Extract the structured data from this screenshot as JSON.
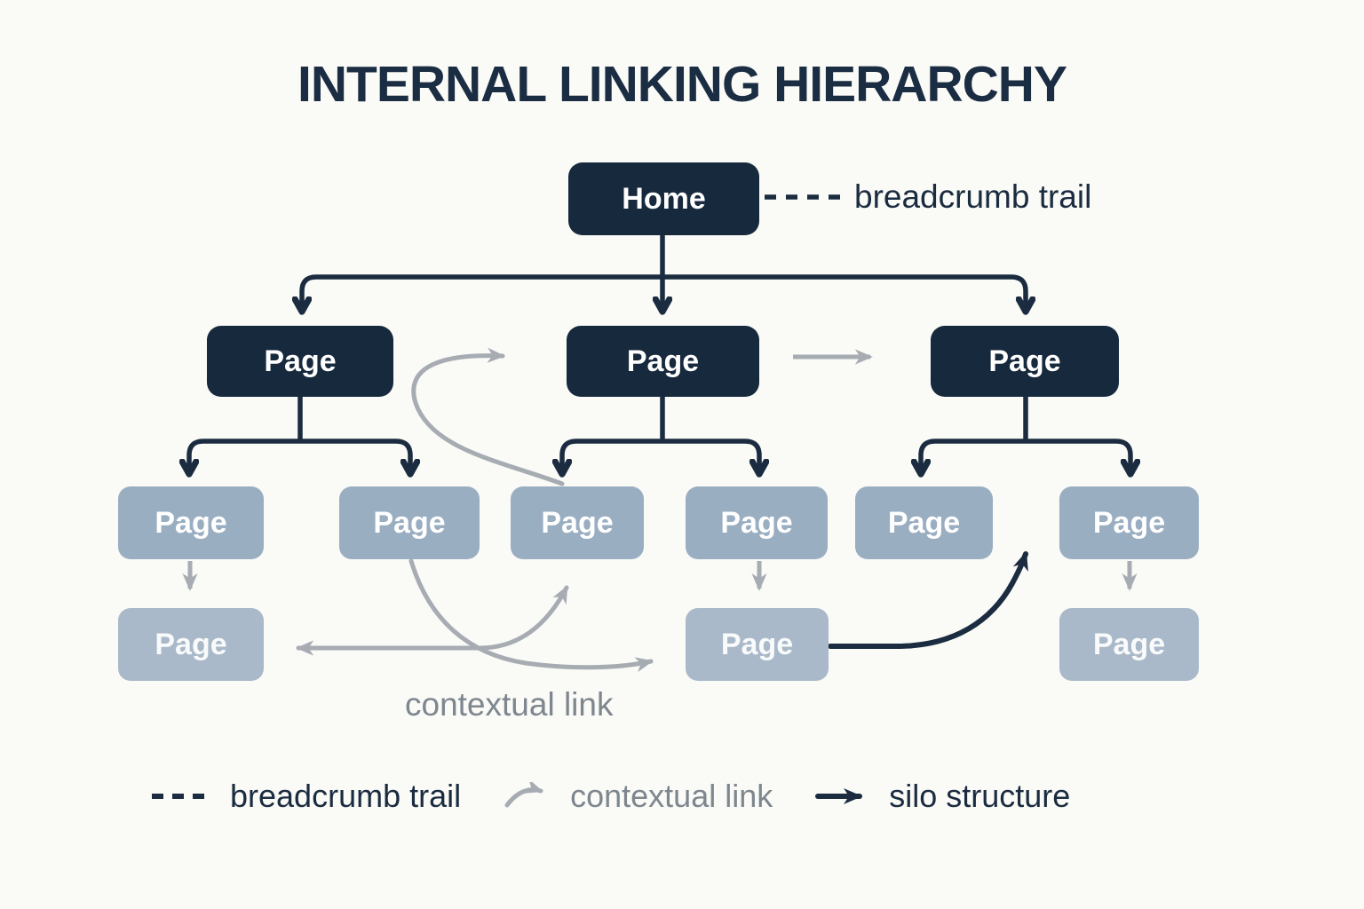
{
  "title": "INTERNAL LINKING HIERARCHY",
  "nodes": {
    "home": {
      "label": "Home"
    },
    "row2": [
      {
        "label": "Page"
      },
      {
        "label": "Page"
      },
      {
        "label": "Page"
      }
    ],
    "row3": [
      {
        "label": "Page"
      },
      {
        "label": "Page"
      },
      {
        "label": "Page"
      },
      {
        "label": "Page"
      },
      {
        "label": "Page"
      },
      {
        "label": "Page"
      }
    ],
    "row4": [
      {
        "label": "Page"
      },
      {
        "label": "Page"
      },
      {
        "label": "Page"
      }
    ]
  },
  "annotations": {
    "breadcrumb_callout": "breadcrumb trail",
    "contextual_callout": "contextual link"
  },
  "legend": {
    "items": [
      {
        "symbol": "dashed-line",
        "label": "breadcrumb trail"
      },
      {
        "symbol": "curved-arrow",
        "label": "contextual link"
      },
      {
        "symbol": "straight-arrow",
        "label": "silo structure"
      }
    ]
  },
  "edges": [
    {
      "from": "home",
      "to": "row2-page-1",
      "type": "silo-hierarchy"
    },
    {
      "from": "home",
      "to": "row2-page-2",
      "type": "silo-hierarchy"
    },
    {
      "from": "home",
      "to": "row2-page-3",
      "type": "silo-hierarchy"
    },
    {
      "from": "row2-page-1",
      "to": "row3-page-1",
      "type": "silo-hierarchy"
    },
    {
      "from": "row2-page-1",
      "to": "row3-page-2",
      "type": "silo-hierarchy"
    },
    {
      "from": "row2-page-2",
      "to": "row3-page-3",
      "type": "silo-hierarchy"
    },
    {
      "from": "row2-page-2",
      "to": "row3-page-4",
      "type": "silo-hierarchy"
    },
    {
      "from": "row2-page-3",
      "to": "row3-page-5",
      "type": "silo-hierarchy"
    },
    {
      "from": "row2-page-3",
      "to": "row3-page-6",
      "type": "silo-hierarchy"
    },
    {
      "from": "home",
      "to": "breadcrumb-trail-label",
      "type": "breadcrumb-dashed"
    },
    {
      "from": "row2-page-2",
      "to": "row2-page-3",
      "type": "contextual"
    },
    {
      "from": "row3-page-3",
      "to": "row2-page-2",
      "type": "contextual-curve"
    },
    {
      "from": "row3-page-1",
      "to": "row4-page-1",
      "type": "contextual"
    },
    {
      "from": "row3-page-4",
      "to": "row4-page-2",
      "type": "contextual"
    },
    {
      "from": "row3-page-6",
      "to": "row4-page-3",
      "type": "contextual"
    },
    {
      "from": "row3-page-2",
      "to": "row4-page-2",
      "type": "contextual-curve"
    },
    {
      "from": "row4-page-1",
      "to": "row3-page-3",
      "type": "contextual-double-arrow"
    },
    {
      "from": "row4-page-2",
      "to": "row2-page-3-silo",
      "type": "silo-structure"
    }
  ],
  "colors": {
    "background": "#FAFAF7",
    "dark_navy": "#1B2C40",
    "node_dark": "#17293D",
    "node_light": "#9AAEC2",
    "node_lighter": "#A9B9C9",
    "gray_arrow": "#A6ACB2",
    "gray_text": "#7E868E"
  }
}
